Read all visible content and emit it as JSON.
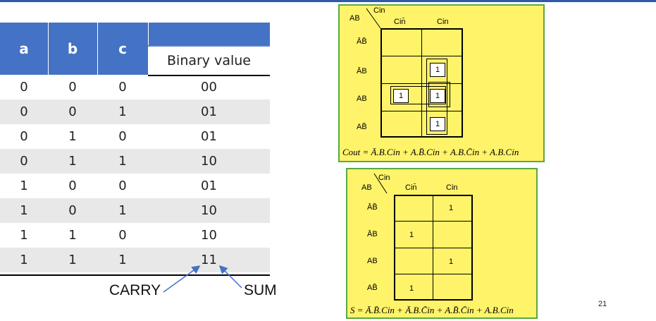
{
  "table": {
    "headers": [
      "a",
      "b",
      "c",
      "Binary value"
    ],
    "rows": [
      [
        "0",
        "0",
        "0",
        "00"
      ],
      [
        "0",
        "0",
        "1",
        "01"
      ],
      [
        "0",
        "1",
        "0",
        "01"
      ],
      [
        "0",
        "1",
        "1",
        "10"
      ],
      [
        "1",
        "0",
        "0",
        "01"
      ],
      [
        "1",
        "0",
        "1",
        "10"
      ],
      [
        "1",
        "1",
        "0",
        "10"
      ],
      [
        "1",
        "1",
        "1",
        "11"
      ]
    ]
  },
  "labels": {
    "carry": "CARRY",
    "sum": "SUM"
  },
  "kmap_carry": {
    "corner_ab": "AB",
    "corner_cin": "Cin",
    "col_headers": [
      "Cin̄",
      "Cin"
    ],
    "row_headers": [
      "ĀB̄",
      "ĀB",
      "AB",
      "AB̄"
    ],
    "ones": [
      "1",
      "1",
      "1",
      "1"
    ],
    "equation": "Cout = Ā.B.Cin + A.B̄.Cin + A.B.C̄in + A.B.Cin"
  },
  "kmap_sum": {
    "corner_ab": "AB",
    "corner_cin": "Cin",
    "col_headers": [
      "Cin̄",
      "Cin"
    ],
    "row_headers": [
      "ĀB̄",
      "ĀB",
      "AB",
      "AB̄"
    ],
    "ones": [
      "1",
      "1",
      "1",
      "1"
    ],
    "equation": "S = Ā.B̄.Cin + Ā.B.C̄in + A.B̄.C̄in + A.B.Cin"
  },
  "page_number": "21",
  "colors": {
    "header_blue": "#4472c4",
    "kmap_yellow": "#fff36a",
    "kmap_border": "#5aa840",
    "arrow_blue": "#4472c4"
  }
}
